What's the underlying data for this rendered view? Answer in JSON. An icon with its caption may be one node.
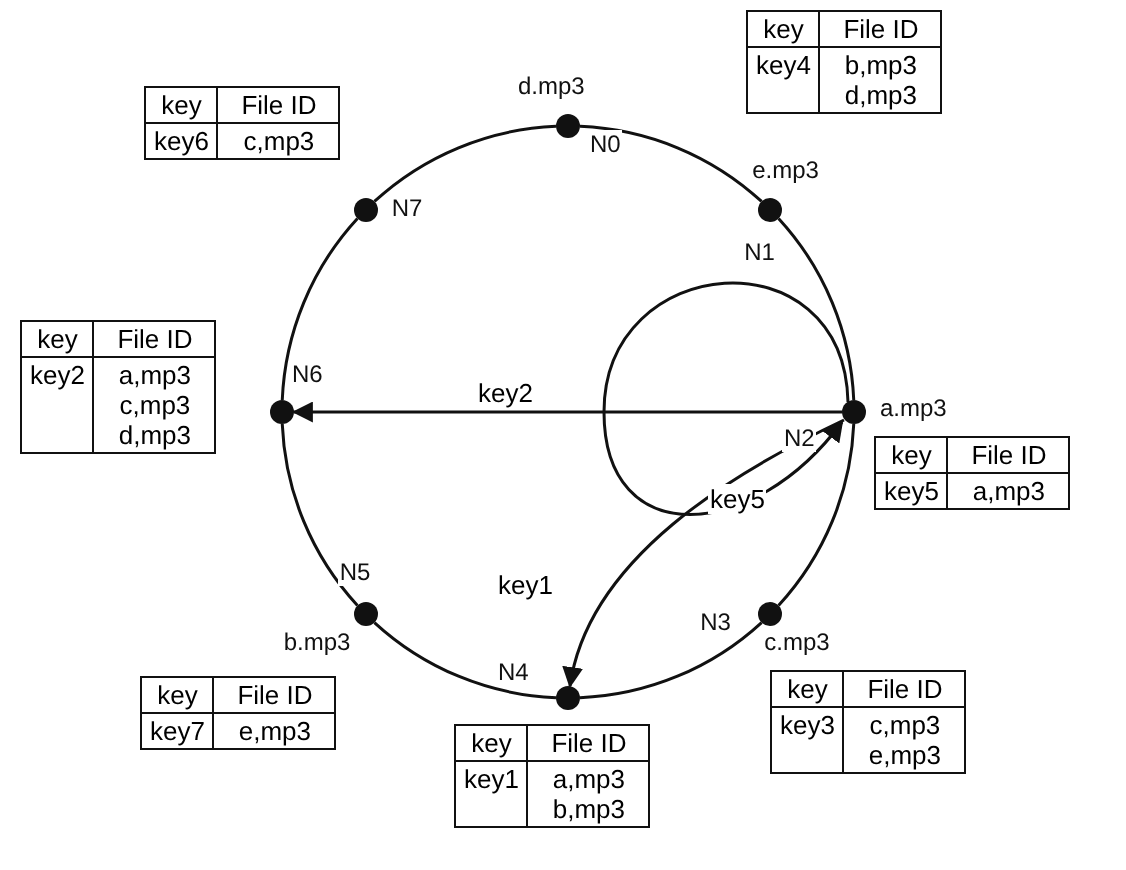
{
  "diagram": {
    "nodes": [
      {
        "text": [
          "N0"
        ],
        "beside": [
          "d.mp3"
        ]
      },
      {
        "text": [
          "N1"
        ],
        "beside": [
          "e.mp3"
        ]
      },
      {
        "text": [
          "N2"
        ],
        "beside": [
          "a.mp3"
        ]
      },
      {
        "text": [
          "N3"
        ],
        "beside": [
          "c.mp3"
        ]
      },
      {
        "text": [
          "N4"
        ]
      },
      {
        "text": [
          "N5"
        ],
        "beside": [
          "b.mp3"
        ]
      },
      {
        "text": [
          "N6"
        ]
      },
      {
        "text": [
          "N7"
        ]
      },
      {
        "text": [
          "key",
          "File ID",
          "key6",
          "c,mp3"
        ]
      },
      {
        "text": [
          "key",
          "File ID",
          "key4",
          "b,mp3 d,mp3"
        ]
      },
      {
        "text": [
          "key",
          "File ID",
          "key2",
          "a,mp3 c,mp3 d,mp3"
        ]
      },
      {
        "text": [
          "key",
          "File ID",
          "key5",
          "a,mp3"
        ]
      },
      {
        "text": [
          "key",
          "File ID",
          "key7",
          "e,mp3"
        ]
      },
      {
        "text": [
          "key",
          "File ID",
          "key3",
          "c,mp3 e,mp3"
        ]
      },
      {
        "text": [
          "key",
          "File ID",
          "key1",
          "a,mp3 b,mp3"
        ]
      }
    ],
    "edges": [
      {
        "from": 0,
        "to": 1,
        "arrow": "none"
      },
      {
        "from": 1,
        "to": 2,
        "arrow": "none"
      },
      {
        "from": 2,
        "to": 3,
        "arrow": "none"
      },
      {
        "from": 3,
        "to": 4,
        "arrow": "none"
      },
      {
        "from": 4,
        "to": 5,
        "arrow": "none"
      },
      {
        "from": 5,
        "to": 6,
        "arrow": "none"
      },
      {
        "from": 6,
        "to": 7,
        "arrow": "none"
      },
      {
        "from": 7,
        "to": 0,
        "arrow": "none"
      },
      {
        "from": 2,
        "to": 6,
        "arrow": "to",
        "label": "key2"
      },
      {
        "from": 2,
        "to": 4,
        "arrow": "to",
        "label": "key1"
      },
      {
        "from": 2,
        "to": 2,
        "arrow": "to",
        "label": "key5"
      }
    ]
  }
}
